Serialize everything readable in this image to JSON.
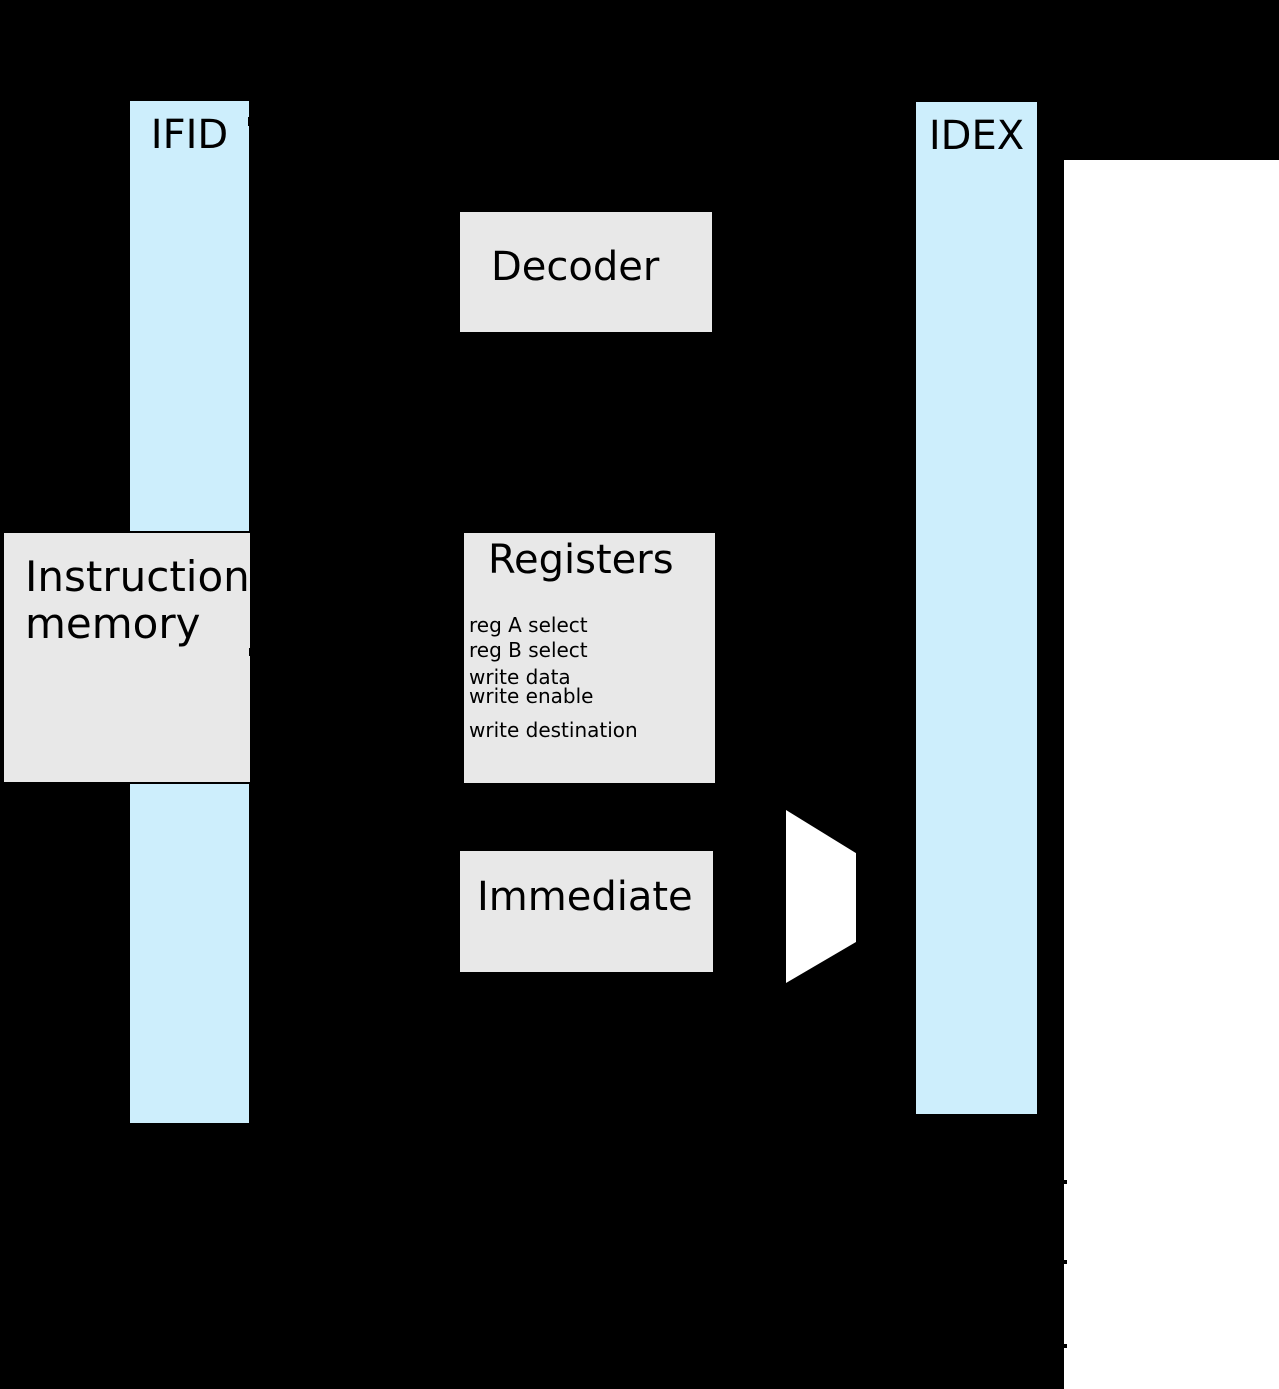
{
  "diagram": {
    "bars": [
      {
        "id": "ifid",
        "label": "IFID"
      },
      {
        "id": "idex",
        "label": "IDEX"
      }
    ],
    "blocks": {
      "decoder": {
        "label": "Decoder"
      },
      "instruction_memory": {
        "label_line1": "Instruction",
        "label_line2": "memory"
      },
      "registers": {
        "title": "Registers",
        "ports": [
          "reg A select",
          "reg B select",
          "write data",
          "write enable",
          "write destination"
        ]
      },
      "immediate": {
        "label": "Immediate"
      }
    },
    "colors": {
      "background": "#000000",
      "panel": "#ffffff",
      "bar_fill": "#cdeefc",
      "block_fill": "#e8e8e8",
      "outline": "#000000",
      "text": "#000000"
    }
  }
}
